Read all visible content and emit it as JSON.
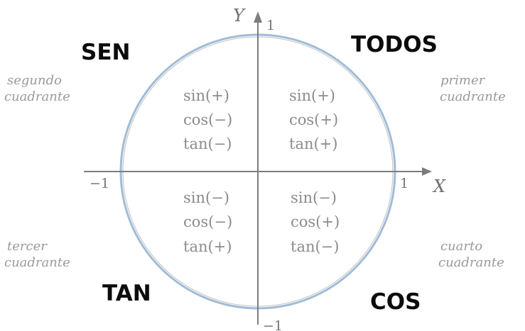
{
  "axes": {
    "x_label": "X",
    "y_label": "Y",
    "x_pos_tick": "1",
    "x_neg_tick": "−1",
    "y_pos_tick": "1",
    "y_neg_tick": "−1"
  },
  "quadrant_labels": {
    "q1_line1": "primer",
    "q1_line2": "cuadrante",
    "q2_line1": "segundo",
    "q2_line2": "cuadrante",
    "q3_line1": "tercer",
    "q3_line2": "cuadrante",
    "q4_line1": "cuarto",
    "q4_line2": "cuadrante"
  },
  "words": {
    "q1": "TODOS",
    "q2": "SEN",
    "q3": "TAN",
    "q4": "COS"
  },
  "signs": {
    "q1": [
      "sin(+)",
      "cos(+)",
      "tan(+)"
    ],
    "q2": [
      "sin(+)",
      "cos(−)",
      "tan(−)"
    ],
    "q3": [
      "sin(−)",
      "cos(−)",
      "tan(+)"
    ],
    "q4": [
      "sin(−)",
      "cos(+)",
      "tan(−)"
    ]
  },
  "colors": {
    "circle": "#9fbcd8",
    "axes": "#7d7d7d",
    "words": "#0c0c0c",
    "signs": "#8b8b8b"
  }
}
